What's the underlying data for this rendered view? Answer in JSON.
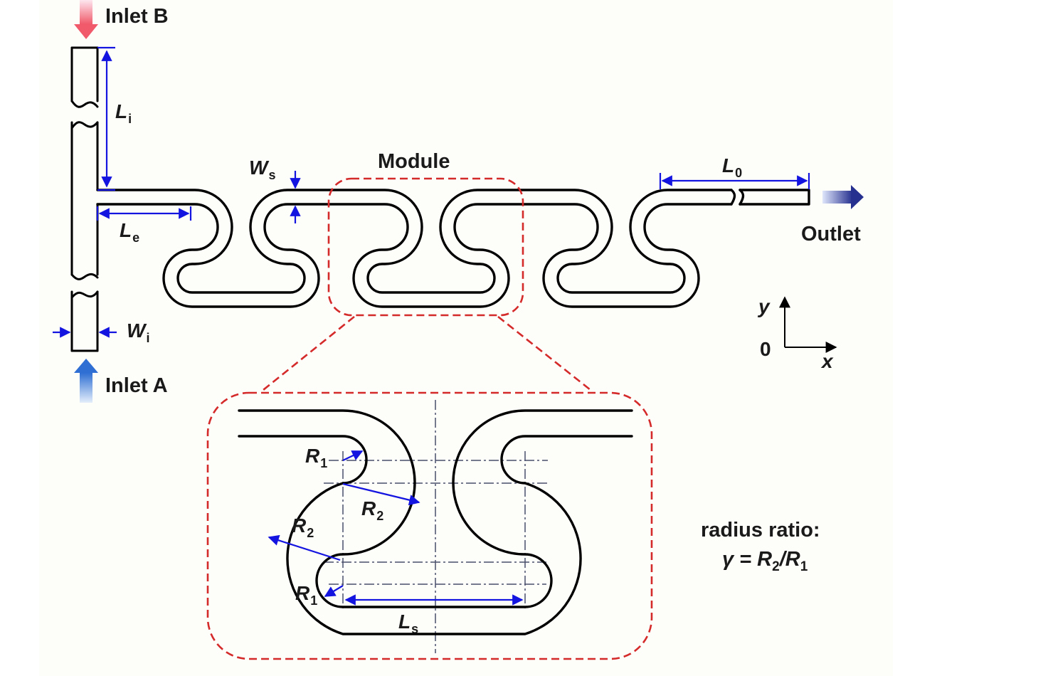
{
  "labels": {
    "inlet_b": "Inlet B",
    "inlet_a": "Inlet A",
    "outlet": "Outlet",
    "module": "Module",
    "li_main": "L",
    "li_sub": "i",
    "le_main": "L",
    "le_sub": "e",
    "ws_main": "W",
    "ws_sub": "s",
    "wi_main": "W",
    "wi_sub": "i",
    "lo_main": "L",
    "lo_sub": "0",
    "ls_main": "L",
    "ls_sub": "s",
    "r1_main": "R",
    "r1_sub": "1",
    "r2_main": "R",
    "r2_sub": "2",
    "axis_y": "y",
    "axis_x": "x",
    "axis_origin": "0",
    "ratio_title": "radius ratio:",
    "ratio_gamma": "γ = R",
    "ratio_sub2": "2",
    "ratio_slash": "/R",
    "ratio_sub1": "1"
  },
  "colors": {
    "channel": "#000000",
    "dimension": "#1414e0",
    "module_outline": "#d42a2a",
    "inlet_b_arrow": "#f27a8f",
    "inlet_a_arrow": "#3a7ad8",
    "outlet_arrow": "#2a36a8"
  }
}
